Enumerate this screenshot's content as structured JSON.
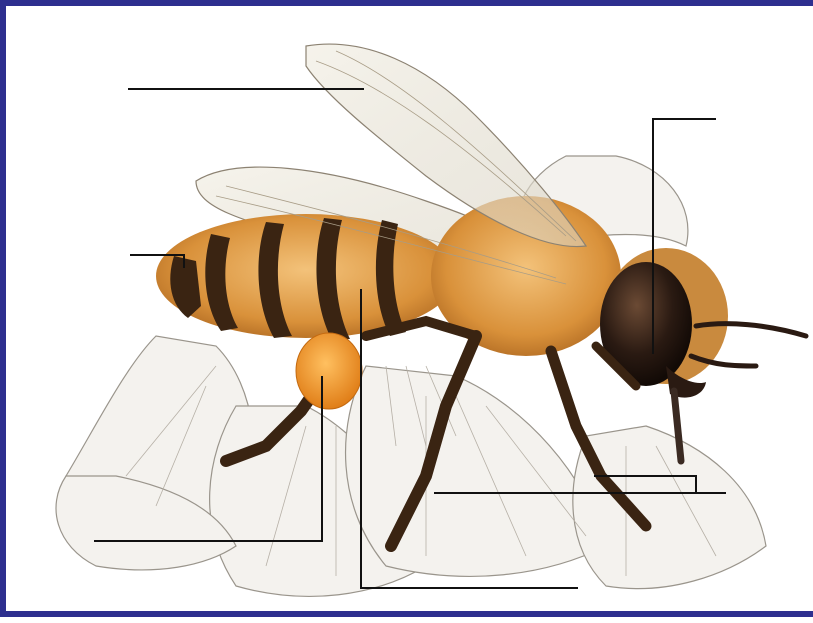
{
  "figure": {
    "subject": "honeybee-diagram",
    "border_color": "#2d2f8f",
    "label_count": 7
  },
  "colors": {
    "body_fur": "#d9913a",
    "stripe": "#3a2412",
    "eye": "#2a1a12",
    "wing": "#e8e4d8",
    "pollen": "#f09a2a",
    "flower": "#f4f2ee",
    "flower_line": "#9a958c",
    "leader_line": "#111111"
  },
  "labels": [
    {
      "part": "wing",
      "text": ""
    },
    {
      "part": "abdomen",
      "text": ""
    },
    {
      "part": "pollen-basket",
      "text": ""
    },
    {
      "part": "thorax",
      "text": ""
    },
    {
      "part": "compound-eye",
      "text": ""
    },
    {
      "part": "mouthparts",
      "text": ""
    },
    {
      "part": "leg",
      "text": ""
    }
  ]
}
